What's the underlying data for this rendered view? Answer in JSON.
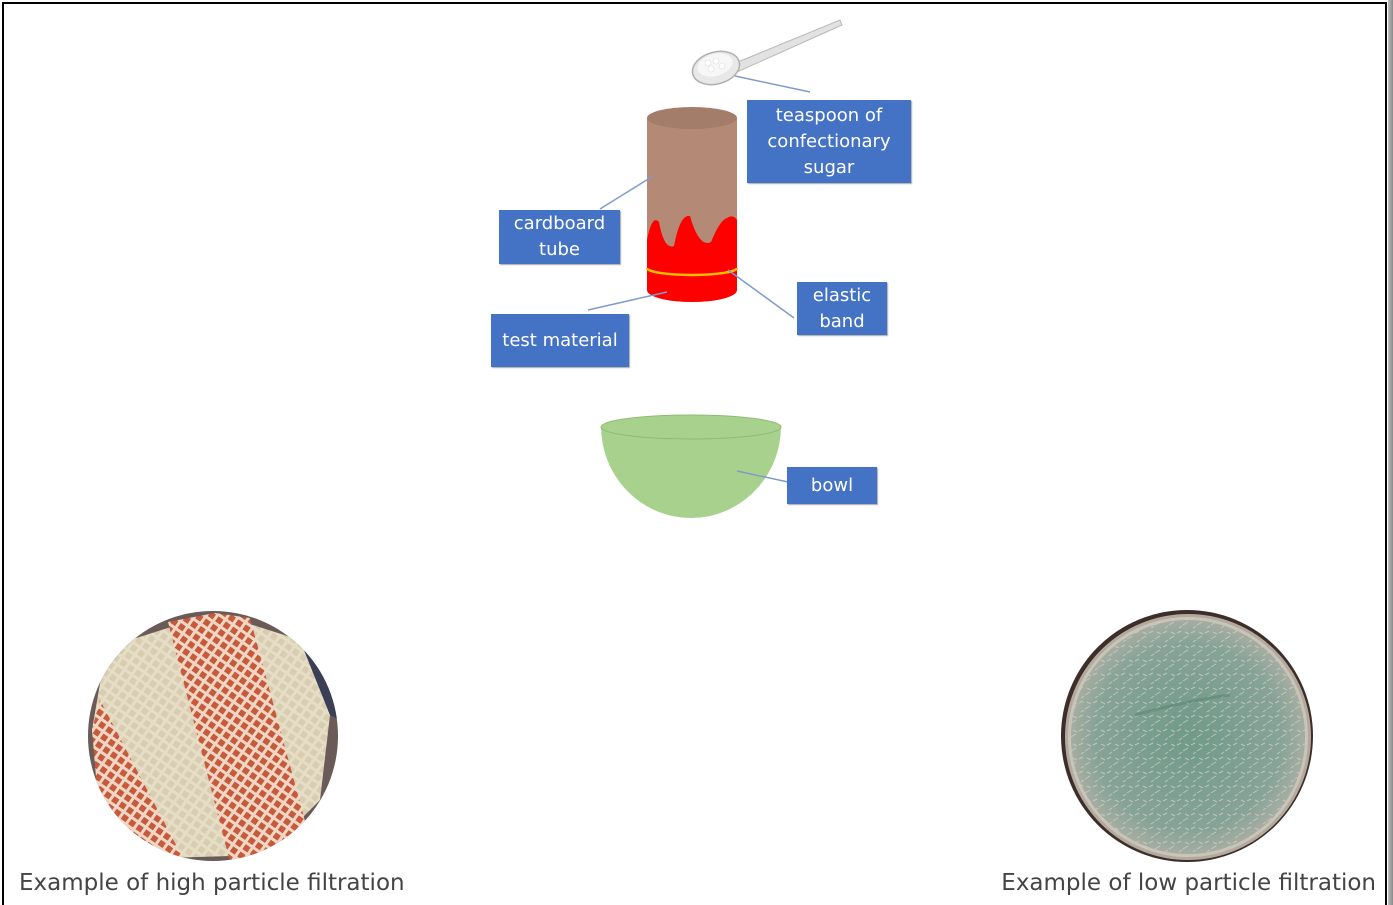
{
  "diagram": {
    "label_color": "#4472c4",
    "labels": {
      "teaspoon": [
        "teaspoon of",
        "confectionary",
        "sugar"
      ],
      "cardboard": [
        "cardboard",
        "tube"
      ],
      "elastic": [
        "elastic",
        "band"
      ],
      "test_material": [
        "test material"
      ],
      "bowl": [
        "bowl"
      ]
    },
    "colors": {
      "tube": "#b48a77",
      "test_material": "#ff0000",
      "elastic_band": "#ffc000",
      "bowl": "#a9d18e",
      "spoon": "#d9d9d9"
    }
  },
  "photos": {
    "high": {
      "caption": "Example of high particle filtration",
      "pattern": "red-white-mesh-fabric"
    },
    "low": {
      "caption": "Example of low particle filtration",
      "pattern": "green-felt-fabric"
    }
  }
}
